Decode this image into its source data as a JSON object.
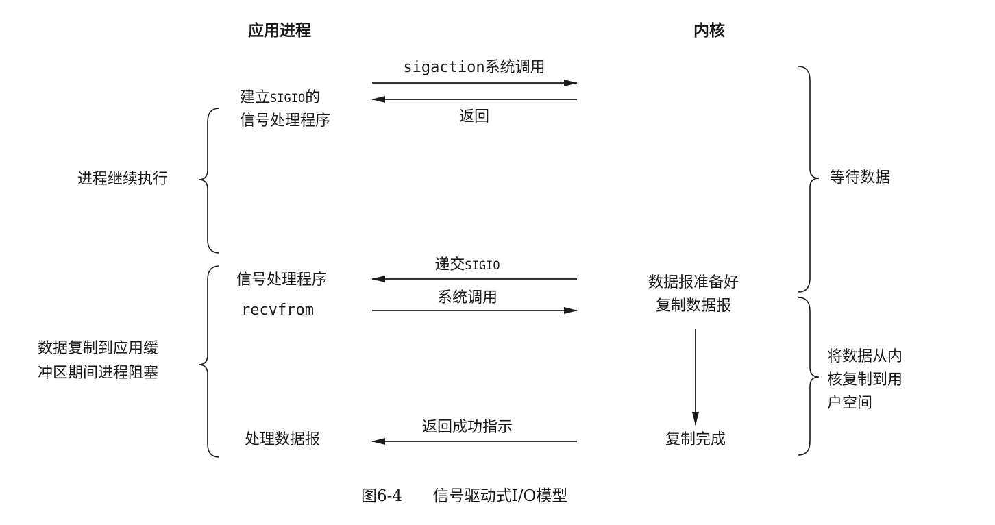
{
  "headers": {
    "app": "应用进程",
    "kernel": "内核"
  },
  "messages": {
    "sigaction_call": "sigaction系统调用",
    "return": "返回",
    "deliver_prefix": "递交",
    "deliver_signal": "SIGIO",
    "syscall": "系统调用",
    "return_success": "返回成功指示"
  },
  "app_side": {
    "setup_prefix": "建立",
    "setup_signal": "SIGIO",
    "setup_suffix": "的",
    "setup_line2": "信号处理程序",
    "handler": "信号处理程序",
    "recvfrom": "recvfrom",
    "process_datagram": "处理数据报"
  },
  "kernel_side": {
    "datagram_ready": "数据报准备好",
    "copy_datagram": "复制数据报",
    "copy_done": "复制完成"
  },
  "left_phases": {
    "continue_line1": "进程继续执行",
    "blocked_line1": "数据复制到应用缓",
    "blocked_line2": "冲区期间进程阻塞"
  },
  "right_phases": {
    "wait_data": "等待数据",
    "copy_line1": "将数据从内",
    "copy_line2": "核复制到用",
    "copy_line3": "户空间"
  },
  "caption": {
    "figure_number": "图6-4",
    "title": "信号驱动式I/O模型"
  },
  "colors": {
    "ink": "#1a1a1a",
    "background": "#ffffff"
  }
}
